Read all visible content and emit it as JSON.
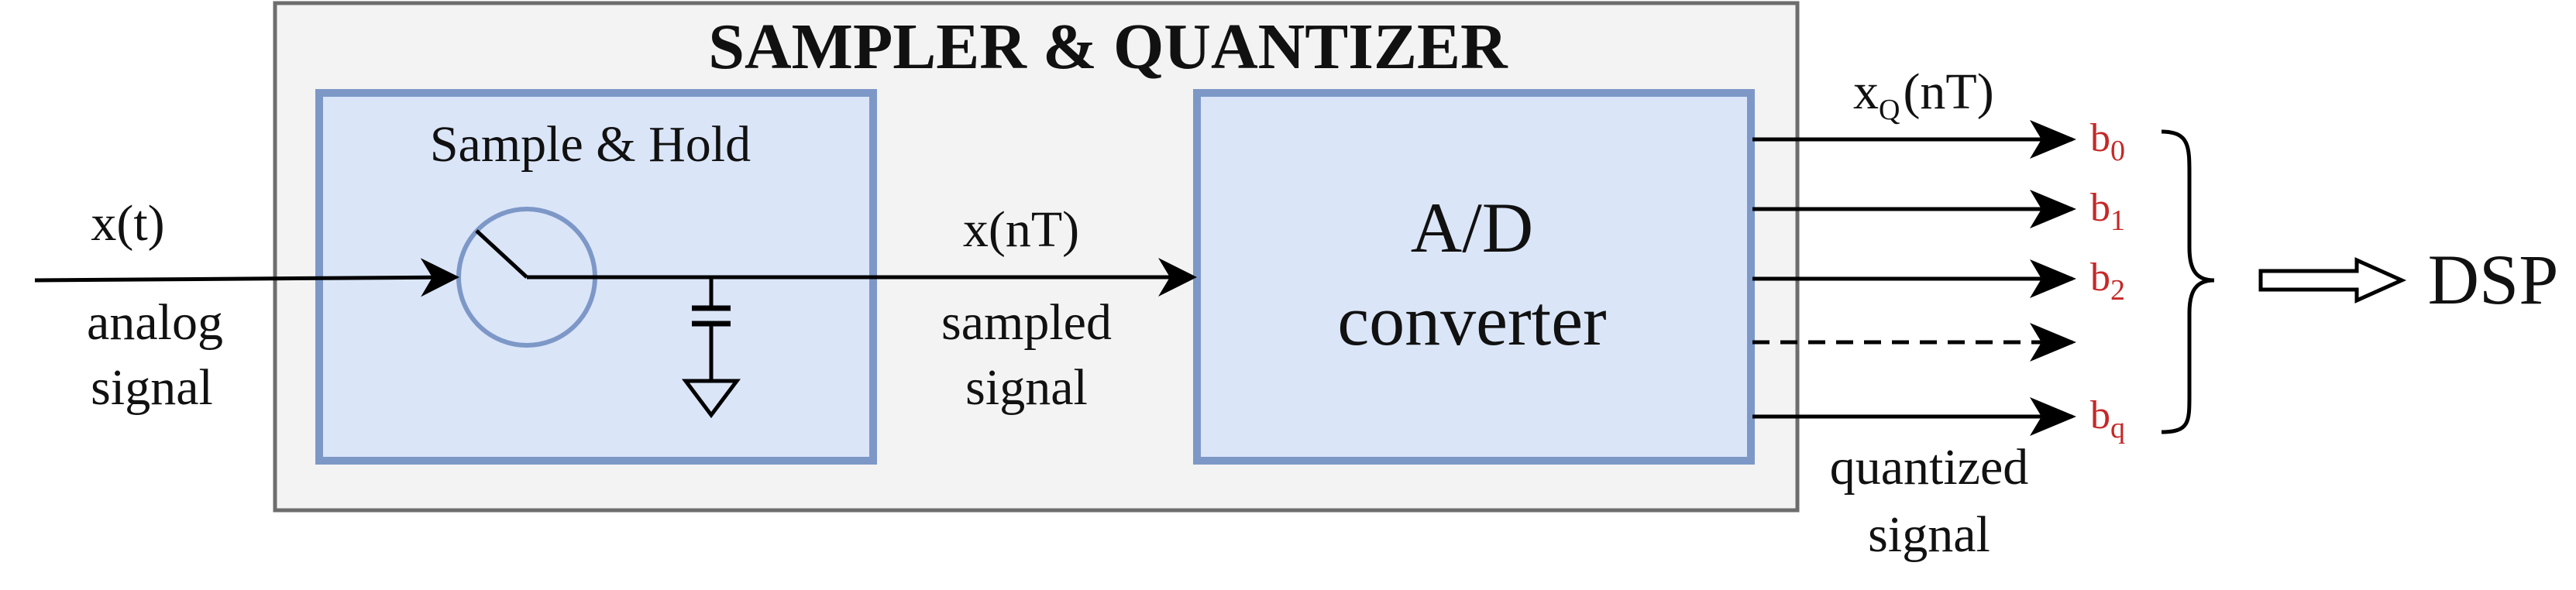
{
  "title": "SAMPLER & QUANTIZER",
  "sample_hold": {
    "label": "Sample & Hold"
  },
  "adc": {
    "line1": "A/D",
    "line2": "converter"
  },
  "input": {
    "signal": "x(t)",
    "desc_line1": "analog",
    "desc_line2": "signal"
  },
  "sampled": {
    "signal": "x(nT)",
    "desc_line1": "sampled",
    "desc_line2": "signal"
  },
  "output": {
    "signal_main": "x",
    "signal_sub": "Q",
    "signal_arg": "(nT)",
    "desc_line1": "quantized",
    "desc_line2": "signal"
  },
  "bits": [
    {
      "base": "b",
      "sub": "0"
    },
    {
      "base": "b",
      "sub": "1"
    },
    {
      "base": "b",
      "sub": "2"
    },
    {
      "base": "b",
      "sub": "q"
    }
  ],
  "destination": "DSP",
  "colors": {
    "outer_fill": "#f3f3f3",
    "outer_stroke": "#6d6d6d",
    "block_fill": "#dae5f8",
    "block_stroke": "#7d98c7",
    "bit_text": "#c62828",
    "line": "#000000"
  }
}
